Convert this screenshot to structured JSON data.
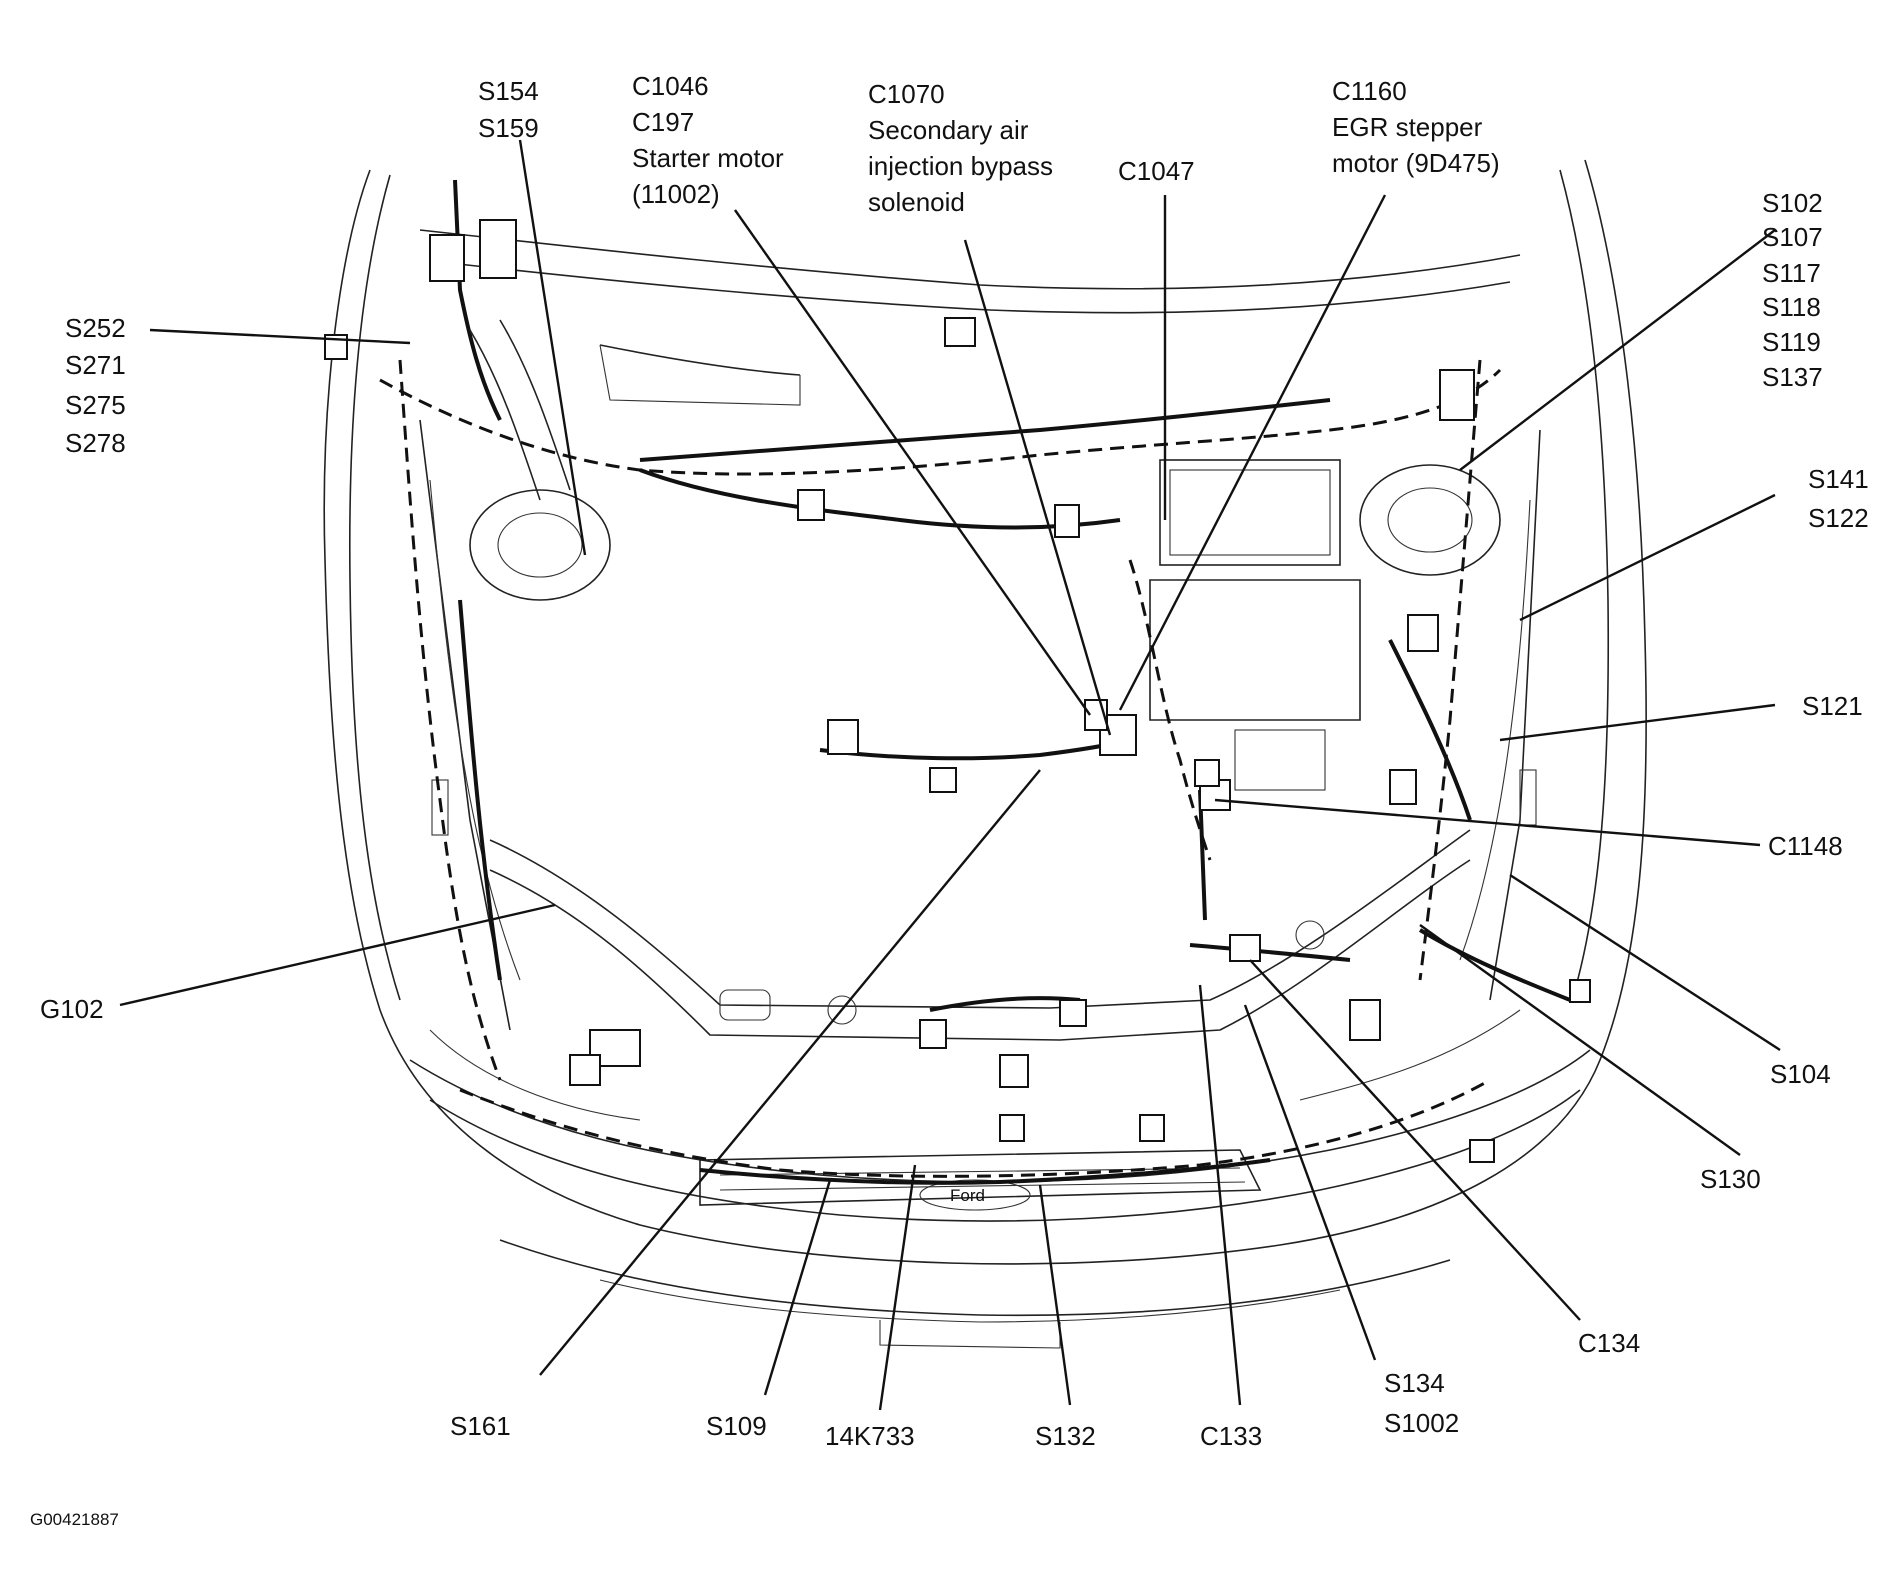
{
  "labels": {
    "s154_group": [
      "S154",
      "S159"
    ],
    "c1046_group": [
      "C1046",
      "C197",
      "Starter motor",
      "(11002)"
    ],
    "c1070_group": [
      "C1070",
      "Secondary air",
      "injection bypass",
      "solenoid"
    ],
    "c1047": "C1047",
    "c1160_group": [
      "C1160",
      "EGR stepper",
      "motor (9D475)"
    ],
    "s102_group": [
      "S102",
      "S107",
      "S117",
      "S118",
      "S119",
      "S137"
    ],
    "s252_group": [
      "S252",
      "S271",
      "S275",
      "S278"
    ],
    "s141_group": [
      "S141",
      "S122"
    ],
    "s121": "S121",
    "c1148": "C1148",
    "g102": "G102",
    "s104": "S104",
    "s130": "S130",
    "c134": "C134",
    "s134_group": [
      "S134",
      "S1002"
    ],
    "c133": "C133",
    "s132": "S132",
    "k14733": "14K733",
    "s109": "S109",
    "s161": "S161"
  },
  "figure_id": "G00421887"
}
